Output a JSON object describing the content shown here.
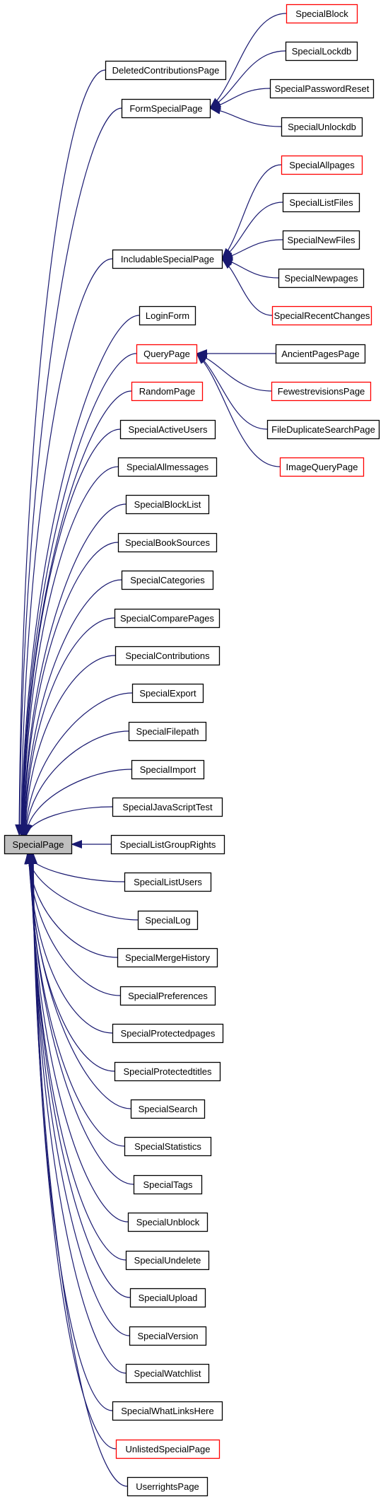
{
  "diagram": {
    "root": "SpecialPage",
    "colors": {
      "edge": "#191970",
      "normal_border": "#000000",
      "red_border": "#ff0000",
      "root_fill": "#bfbfbf"
    },
    "nodes": [
      {
        "id": "specialpage",
        "label": "SpecialPage",
        "kind": "root"
      },
      {
        "id": "deletedcontributionspage",
        "label": "DeletedContributionsPage",
        "kind": "normal"
      },
      {
        "id": "formspecialpage",
        "label": "FormSpecialPage",
        "kind": "normal"
      },
      {
        "id": "specialblock",
        "label": "SpecialBlock",
        "kind": "red"
      },
      {
        "id": "speciallockdb",
        "label": "SpecialLockdb",
        "kind": "normal"
      },
      {
        "id": "specialpasswordreset",
        "label": "SpecialPasswordReset",
        "kind": "normal"
      },
      {
        "id": "specialunlockdb",
        "label": "SpecialUnlockdb",
        "kind": "normal"
      },
      {
        "id": "includablespecialpage",
        "label": "IncludableSpecialPage",
        "kind": "normal"
      },
      {
        "id": "specialallpages",
        "label": "SpecialAllpages",
        "kind": "red"
      },
      {
        "id": "speciallistfiles",
        "label": "SpecialListFiles",
        "kind": "normal"
      },
      {
        "id": "specialnewfiles",
        "label": "SpecialNewFiles",
        "kind": "normal"
      },
      {
        "id": "specialnewpages",
        "label": "SpecialNewpages",
        "kind": "normal"
      },
      {
        "id": "specialrecentchanges",
        "label": "SpecialRecentChanges",
        "kind": "red"
      },
      {
        "id": "loginform",
        "label": "LoginForm",
        "kind": "normal"
      },
      {
        "id": "querypage",
        "label": "QueryPage",
        "kind": "red"
      },
      {
        "id": "ancientpagespage",
        "label": "AncientPagesPage",
        "kind": "normal"
      },
      {
        "id": "fewestrevisionspage",
        "label": "FewestrevisionsPage",
        "kind": "red"
      },
      {
        "id": "fileduplicatesearchpage",
        "label": "FileDuplicateSearchPage",
        "kind": "normal"
      },
      {
        "id": "imagequerypage",
        "label": "ImageQueryPage",
        "kind": "red"
      },
      {
        "id": "randompage",
        "label": "RandomPage",
        "kind": "red"
      },
      {
        "id": "specialactiveusers",
        "label": "SpecialActiveUsers",
        "kind": "normal"
      },
      {
        "id": "specialallmessages",
        "label": "SpecialAllmessages",
        "kind": "normal"
      },
      {
        "id": "specialblocklist",
        "label": "SpecialBlockList",
        "kind": "normal"
      },
      {
        "id": "specialbooksources",
        "label": "SpecialBookSources",
        "kind": "normal"
      },
      {
        "id": "specialcategories",
        "label": "SpecialCategories",
        "kind": "normal"
      },
      {
        "id": "specialcomparepages",
        "label": "SpecialComparePages",
        "kind": "normal"
      },
      {
        "id": "specialcontributions",
        "label": "SpecialContributions",
        "kind": "normal"
      },
      {
        "id": "specialexport",
        "label": "SpecialExport",
        "kind": "normal"
      },
      {
        "id": "specialfilepath",
        "label": "SpecialFilepath",
        "kind": "normal"
      },
      {
        "id": "specialimport",
        "label": "SpecialImport",
        "kind": "normal"
      },
      {
        "id": "specialjavascripttest",
        "label": "SpecialJavaScriptTest",
        "kind": "normal"
      },
      {
        "id": "speciallistgrouprights",
        "label": "SpecialListGroupRights",
        "kind": "normal"
      },
      {
        "id": "speciallistusers",
        "label": "SpecialListUsers",
        "kind": "normal"
      },
      {
        "id": "speciallog",
        "label": "SpecialLog",
        "kind": "normal"
      },
      {
        "id": "specialmergehistory",
        "label": "SpecialMergeHistory",
        "kind": "normal"
      },
      {
        "id": "specialpreferences",
        "label": "SpecialPreferences",
        "kind": "normal"
      },
      {
        "id": "specialprotectedpages",
        "label": "SpecialProtectedpages",
        "kind": "normal"
      },
      {
        "id": "specialprotectedtitles",
        "label": "SpecialProtectedtitles",
        "kind": "normal"
      },
      {
        "id": "specialsearch",
        "label": "SpecialSearch",
        "kind": "normal"
      },
      {
        "id": "specialstatistics",
        "label": "SpecialStatistics",
        "kind": "normal"
      },
      {
        "id": "specialtags",
        "label": "SpecialTags",
        "kind": "normal"
      },
      {
        "id": "specialunblock",
        "label": "SpecialUnblock",
        "kind": "normal"
      },
      {
        "id": "specialundelete",
        "label": "SpecialUndelete",
        "kind": "normal"
      },
      {
        "id": "specialupload",
        "label": "SpecialUpload",
        "kind": "normal"
      },
      {
        "id": "specialversion",
        "label": "SpecialVersion",
        "kind": "normal"
      },
      {
        "id": "specialwatchlist",
        "label": "SpecialWatchlist",
        "kind": "normal"
      },
      {
        "id": "specialwhatlinkshere",
        "label": "SpecialWhatLinksHere",
        "kind": "normal"
      },
      {
        "id": "unlistedspecialpage",
        "label": "UnlistedSpecialPage",
        "kind": "red"
      },
      {
        "id": "userrightspage",
        "label": "UserrightsPage",
        "kind": "normal"
      }
    ],
    "edges": [
      {
        "from": "deletedcontributionspage",
        "to": "specialpage"
      },
      {
        "from": "formspecialpage",
        "to": "specialpage"
      },
      {
        "from": "specialblock",
        "to": "formspecialpage"
      },
      {
        "from": "speciallockdb",
        "to": "formspecialpage"
      },
      {
        "from": "specialpasswordreset",
        "to": "formspecialpage"
      },
      {
        "from": "specialunlockdb",
        "to": "formspecialpage"
      },
      {
        "from": "includablespecialpage",
        "to": "specialpage"
      },
      {
        "from": "specialallpages",
        "to": "includablespecialpage"
      },
      {
        "from": "speciallistfiles",
        "to": "includablespecialpage"
      },
      {
        "from": "specialnewfiles",
        "to": "includablespecialpage"
      },
      {
        "from": "specialnewpages",
        "to": "includablespecialpage"
      },
      {
        "from": "specialrecentchanges",
        "to": "includablespecialpage"
      },
      {
        "from": "loginform",
        "to": "specialpage"
      },
      {
        "from": "querypage",
        "to": "specialpage"
      },
      {
        "from": "ancientpagespage",
        "to": "querypage"
      },
      {
        "from": "fewestrevisionspage",
        "to": "querypage"
      },
      {
        "from": "fileduplicatesearchpage",
        "to": "querypage"
      },
      {
        "from": "imagequerypage",
        "to": "querypage"
      },
      {
        "from": "randompage",
        "to": "specialpage"
      },
      {
        "from": "specialactiveusers",
        "to": "specialpage"
      },
      {
        "from": "specialallmessages",
        "to": "specialpage"
      },
      {
        "from": "specialblocklist",
        "to": "specialpage"
      },
      {
        "from": "specialbooksources",
        "to": "specialpage"
      },
      {
        "from": "specialcategories",
        "to": "specialpage"
      },
      {
        "from": "specialcomparepages",
        "to": "specialpage"
      },
      {
        "from": "specialcontributions",
        "to": "specialpage"
      },
      {
        "from": "specialexport",
        "to": "specialpage"
      },
      {
        "from": "specialfilepath",
        "to": "specialpage"
      },
      {
        "from": "specialimport",
        "to": "specialpage"
      },
      {
        "from": "specialjavascripttest",
        "to": "specialpage"
      },
      {
        "from": "speciallistgrouprights",
        "to": "specialpage"
      },
      {
        "from": "speciallistusers",
        "to": "specialpage"
      },
      {
        "from": "speciallog",
        "to": "specialpage"
      },
      {
        "from": "specialmergehistory",
        "to": "specialpage"
      },
      {
        "from": "specialpreferences",
        "to": "specialpage"
      },
      {
        "from": "specialprotectedpages",
        "to": "specialpage"
      },
      {
        "from": "specialprotectedtitles",
        "to": "specialpage"
      },
      {
        "from": "specialsearch",
        "to": "specialpage"
      },
      {
        "from": "specialstatistics",
        "to": "specialpage"
      },
      {
        "from": "specialtags",
        "to": "specialpage"
      },
      {
        "from": "specialunblock",
        "to": "specialpage"
      },
      {
        "from": "specialundelete",
        "to": "specialpage"
      },
      {
        "from": "specialupload",
        "to": "specialpage"
      },
      {
        "from": "specialversion",
        "to": "specialpage"
      },
      {
        "from": "specialwatchlist",
        "to": "specialpage"
      },
      {
        "from": "specialwhatlinkshere",
        "to": "specialpage"
      },
      {
        "from": "unlistedspecialpage",
        "to": "specialpage"
      },
      {
        "from": "userrightspage",
        "to": "specialpage"
      }
    ]
  }
}
